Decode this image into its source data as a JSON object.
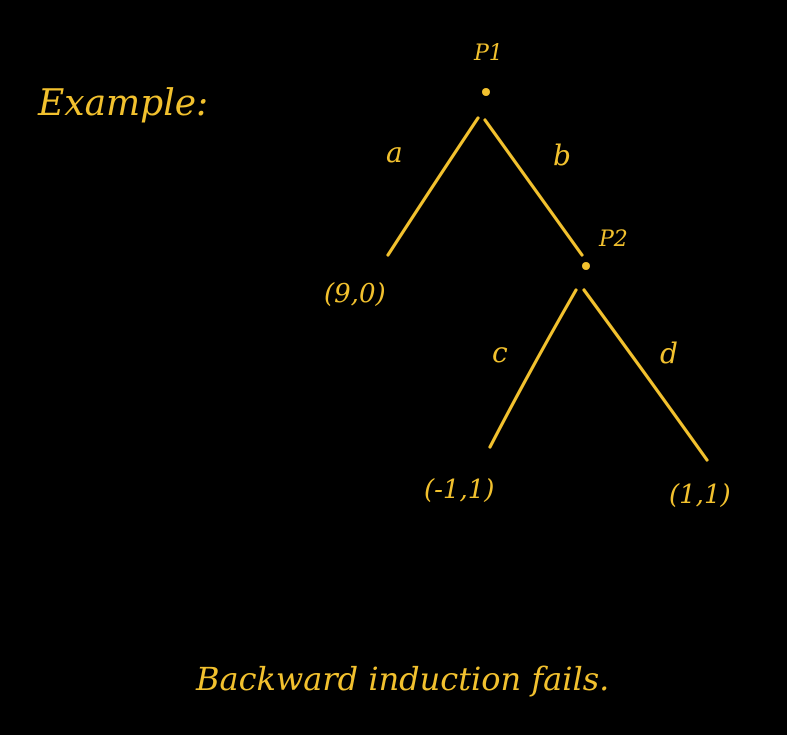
{
  "heading": "Example:",
  "tree": {
    "root_label": "P1",
    "inner_label": "P2",
    "edges": {
      "a": "a",
      "b": "b",
      "c": "c",
      "d": "d"
    },
    "payoffs": {
      "a": "(9,0)",
      "c": "(-1,1)",
      "d": "(1,1)"
    }
  },
  "conclusion": "Backward induction fails.",
  "colors": {
    "background": "#000000",
    "ink": "#f2c12e"
  }
}
